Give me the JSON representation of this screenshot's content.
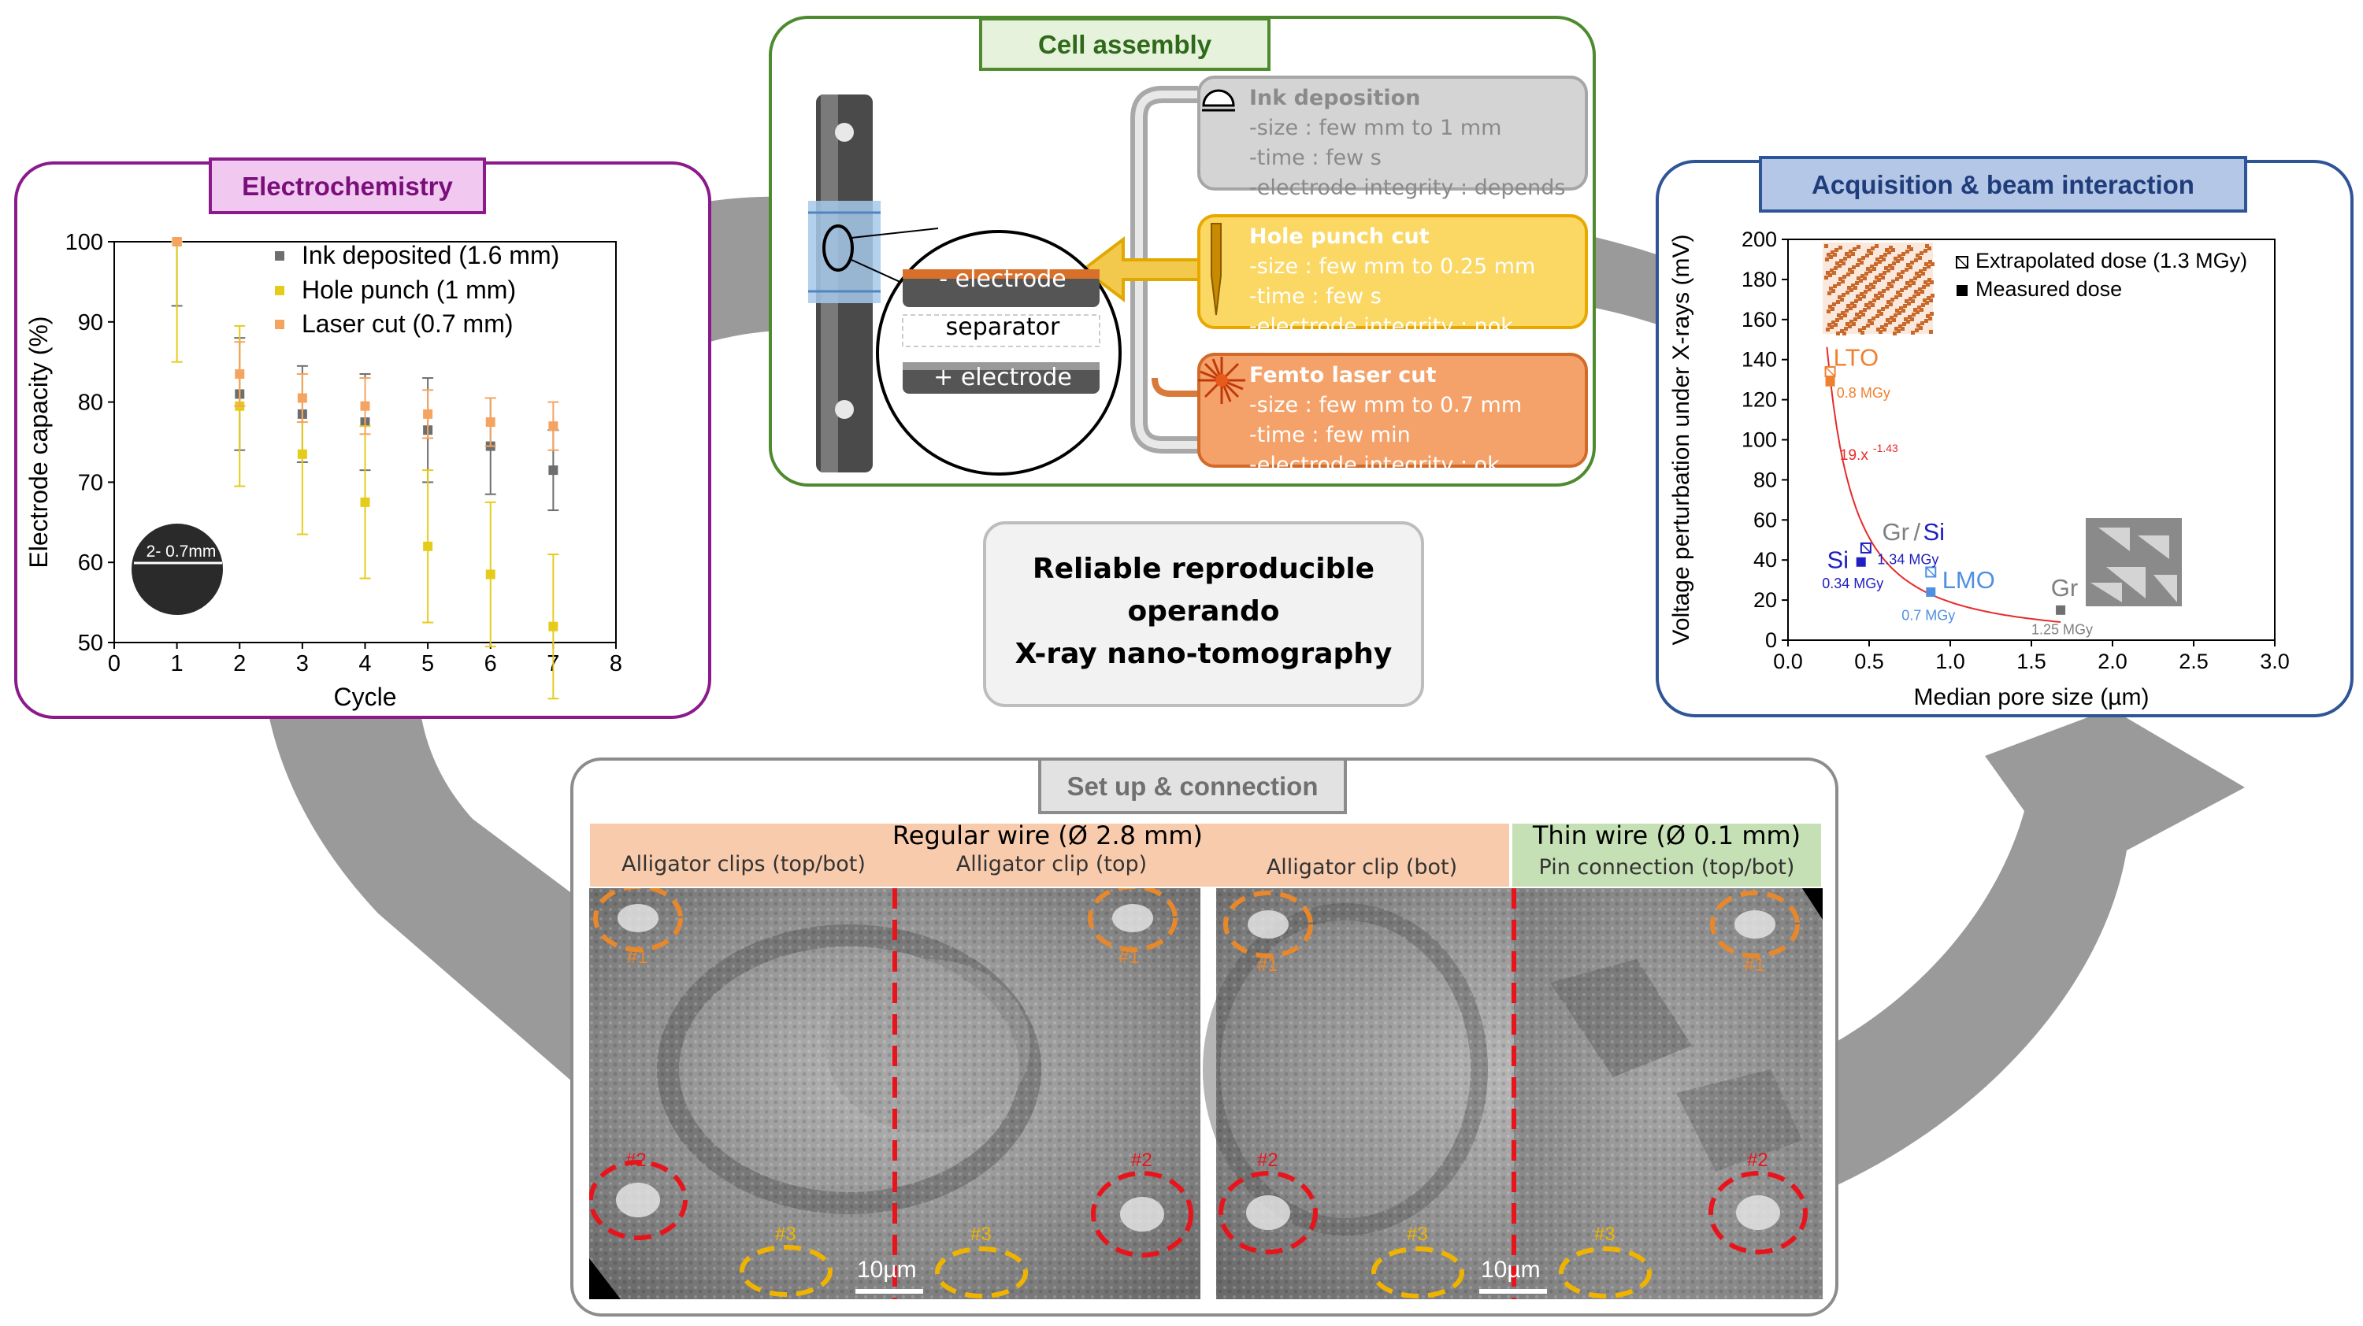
{
  "electrochemistry": {
    "title": "Electrochemistry",
    "legend": [
      "Ink deposited (1.6 mm)",
      "Hole punch (1 mm)",
      "Laser cut (0.7 mm)"
    ],
    "inset_label": "2- 0.7mm",
    "colors": {
      "ink": "#6e6e6e",
      "hole": "#e6cc1a",
      "laser": "#f4a460",
      "frame": "#8b1a8b",
      "header_bg": "#f0c8f0"
    }
  },
  "cell_assembly": {
    "title": "Cell assembly",
    "stack": {
      "neg": "- electrode",
      "sep": "separator",
      "pos": "+ electrode"
    },
    "ink": {
      "title": "Ink deposition",
      "lines": [
        "-size : few mm to 1 mm",
        "-time : few s",
        "-electrode integrity : depends"
      ]
    },
    "hole": {
      "title": "Hole punch cut",
      "lines": [
        "-size : few mm to 0.25 mm",
        "-time : few s",
        "-electrode integrity : nok"
      ]
    },
    "laser": {
      "title": "Femto laser cut",
      "lines": [
        "-size : few mm to 0.7 mm",
        "-time : few min",
        "-electrode integrity : ok"
      ]
    }
  },
  "center_text": [
    "Reliable  reproducible",
    "operando",
    "X-ray nano-tomography"
  ],
  "acquisition": {
    "title": "Acquisition & beam interaction",
    "legend": [
      "Extrapolated dose (1.3 MGy)",
      "Measured dose"
    ],
    "fit_label": "19.x",
    "fit_exp": "-1.43",
    "labels": {
      "lto": "LTO",
      "lto_dose": "0.8 MGy",
      "gr": "Gr",
      "slash": "/",
      "si": "Si",
      "grsi_dose": "1.34 MGy",
      "si_dose": "0.34 MGy",
      "lmo": "LMO",
      "lmo_dose": "0.7 MGy",
      "gr_dose": "1.25 MGy"
    }
  },
  "setup": {
    "title": "Set up & connection",
    "regular": "Regular wire (Ø 2.8 mm)",
    "thin": "Thin wire (Ø 0.1 mm)",
    "sub": [
      "Alligator clips (top/bot)",
      "Alligator clip (top)",
      "Alligator clip (bot)",
      "Pin connection (top/bot)"
    ],
    "markers": {
      "m1": "#1",
      "m2": "#2",
      "m3": "#3"
    },
    "scale": "10µm"
  },
  "chart_data": [
    {
      "type": "scatter",
      "xlabel": "Cycle",
      "ylabel": "Electrode capacity (%)",
      "xlim": [
        0,
        8
      ],
      "ylim": [
        50,
        100
      ],
      "xticks": [
        0,
        1,
        2,
        3,
        4,
        5,
        6,
        7,
        8
      ],
      "yticks": [
        50,
        60,
        70,
        80,
        90,
        100
      ],
      "series": [
        {
          "name": "Ink deposited (1.6 mm)",
          "x": [
            1,
            2,
            3,
            4,
            5,
            6,
            7
          ],
          "y": [
            100,
            81,
            78.5,
            77.5,
            76.5,
            74.5,
            71.5
          ],
          "err": [
            8,
            7,
            6,
            6,
            6.5,
            6,
            5
          ]
        },
        {
          "name": "Hole punch (1 mm)",
          "x": [
            1,
            2,
            3,
            4,
            5,
            6,
            7
          ],
          "y": [
            100,
            79.5,
            73.5,
            67.5,
            62,
            58.5,
            52
          ],
          "err": [
            15,
            10,
            10,
            9.5,
            9.5,
            9,
            9
          ]
        },
        {
          "name": "Laser cut (0.7 mm)",
          "x": [
            1,
            2,
            3,
            4,
            5,
            6,
            7
          ],
          "y": [
            100,
            83.5,
            80.5,
            79.5,
            78.5,
            77.5,
            77
          ],
          "err": [
            0,
            4,
            3,
            3.5,
            3,
            3,
            3
          ]
        }
      ]
    },
    {
      "type": "scatter",
      "xlabel": "Median pore size (µm)",
      "ylabel": "Voltage perturbation under X-rays (mV)",
      "xlim": [
        0,
        3
      ],
      "ylim": [
        0,
        200
      ],
      "xticks": [
        0.0,
        0.5,
        1.0,
        1.5,
        2.0,
        2.5,
        3.0
      ],
      "yticks": [
        0,
        20,
        40,
        60,
        80,
        100,
        120,
        140,
        160,
        180,
        200
      ],
      "fit": {
        "a": 19,
        "b": -1.43
      },
      "series": [
        {
          "name": "Extrapolated dose (1.3 MGy)",
          "x": [
            0.26,
            0.48,
            0.88
          ],
          "y": [
            134,
            46,
            34
          ]
        },
        {
          "name": "Measured dose",
          "x": [
            0.26,
            0.45,
            0.88,
            1.68
          ],
          "y": [
            129,
            39,
            24,
            15
          ]
        }
      ]
    }
  ]
}
